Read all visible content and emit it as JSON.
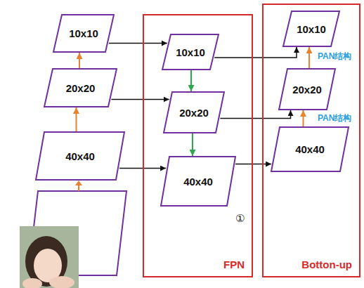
{
  "diagram": {
    "nodes": [
      {
        "text": [
          "10x10"
        ]
      },
      {
        "text": [
          "20x20"
        ]
      },
      {
        "text": [
          "40x40"
        ]
      },
      {
        "text": [
          "FPN"
        ]
      },
      {
        "text": [
          "10x10"
        ],
        "in": 3
      },
      {
        "text": [
          "20x20"
        ],
        "in": 3
      },
      {
        "text": [
          "40x40"
        ],
        "in": 3
      },
      {
        "text": [
          "Botton-up"
        ]
      },
      {
        "text": [
          "10x10"
        ],
        "in": 7
      },
      {
        "text": [
          "20x20"
        ],
        "in": 7
      },
      {
        "text": [
          "40x40"
        ],
        "in": 7
      }
    ],
    "edges": [
      {
        "from": 2,
        "to": 1,
        "arrow": "to"
      },
      {
        "from": 1,
        "to": 0,
        "arrow": "to"
      },
      {
        "from": 0,
        "to": 4,
        "arrow": "to"
      },
      {
        "from": 1,
        "to": 5,
        "arrow": "to"
      },
      {
        "from": 2,
        "to": 6,
        "arrow": "to"
      },
      {
        "from": 4,
        "to": 5,
        "arrow": "to"
      },
      {
        "from": 5,
        "to": 6,
        "arrow": "to"
      },
      {
        "from": 6,
        "to": 10,
        "arrow": "to"
      },
      {
        "from": 10,
        "to": 9,
        "arrow": "to"
      },
      {
        "from": 9,
        "to": 8,
        "arrow": "to"
      },
      {
        "from": 4,
        "to": 8,
        "arrow": "to"
      },
      {
        "from": 5,
        "to": 9,
        "arrow": "to"
      }
    ],
    "labels": [
      "PAN结构",
      "PAN结构",
      "①"
    ]
  }
}
